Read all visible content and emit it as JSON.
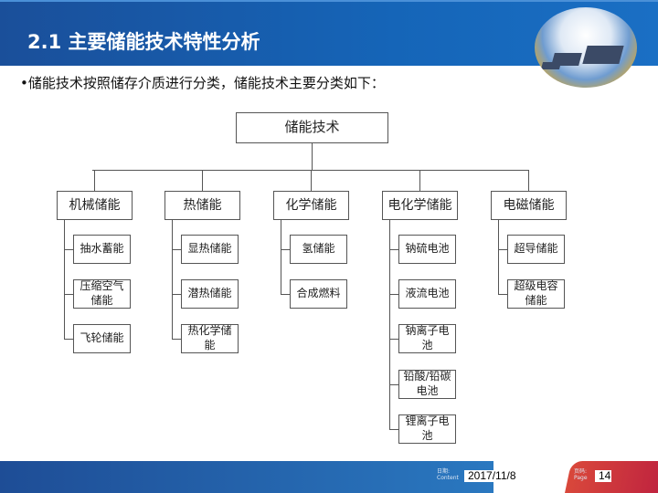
{
  "header": {
    "title": "2.1 主要储能技术特性分析"
  },
  "bullet": "•储能技术按照储存介质进行分类，储能技术主要分类如下：",
  "tree": {
    "root": "储能技术",
    "categories": [
      {
        "label": "机械储能",
        "children": [
          "抽水蓄能",
          "压缩空气储能",
          "飞轮储能"
        ]
      },
      {
        "label": "热储能",
        "children": [
          "显热储能",
          "潜热储能",
          "热化学储能"
        ]
      },
      {
        "label": "化学储能",
        "children": [
          "氢储能",
          "合成燃料"
        ]
      },
      {
        "label": "电化学储能",
        "children": [
          "钠硫电池",
          "液流电池",
          "钠离子电池",
          "铅酸/铅碳电池",
          "锂离子电池"
        ]
      },
      {
        "label": "电磁储能",
        "children": [
          "超导储能",
          "超级电容储能"
        ]
      }
    ]
  },
  "footer": {
    "date_label_cn": "日期:",
    "date_label_en": "Content",
    "date": "2017/11/8",
    "page_label_cn": "页码:",
    "page_label_en": "Page",
    "page": "14"
  }
}
